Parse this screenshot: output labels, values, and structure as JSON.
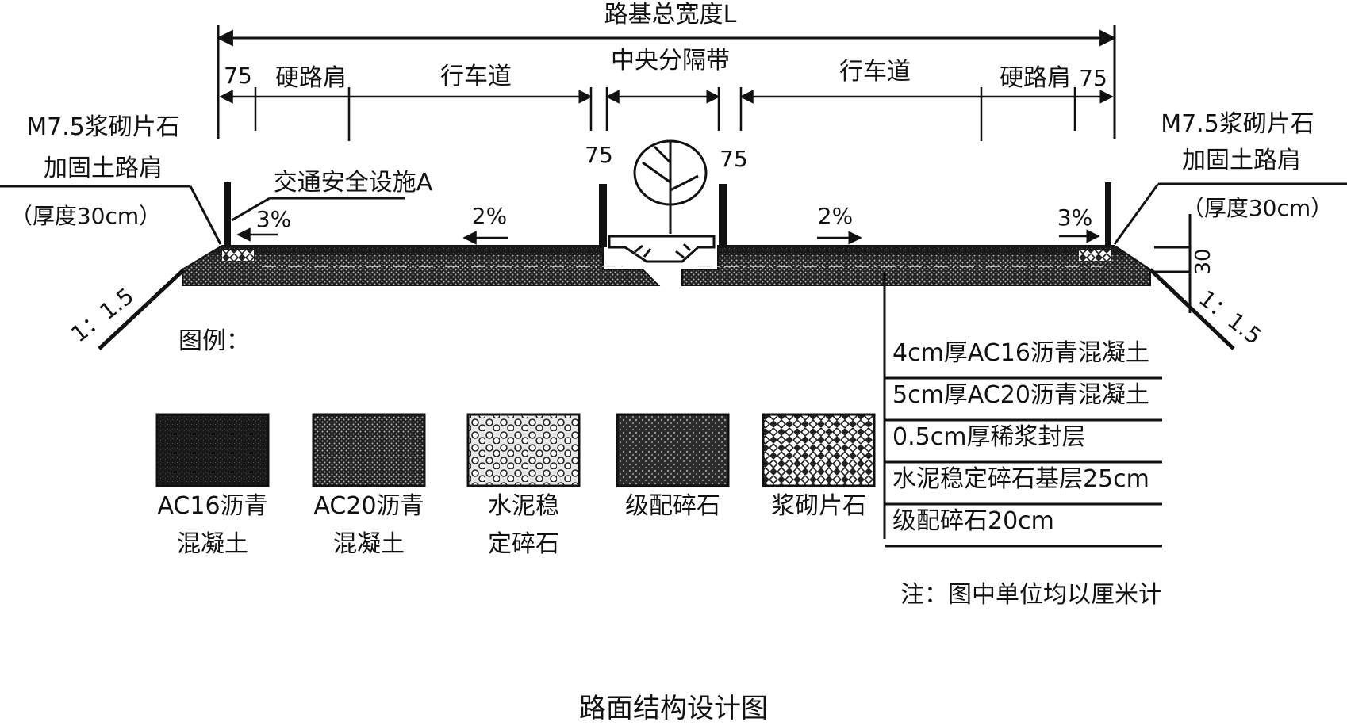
{
  "diagram": {
    "total_width_label": "路基总宽度L",
    "segments": {
      "left_edge": "75",
      "left_shoulder": "硬路肩",
      "left_lane": "行车道",
      "median": "中央分隔带",
      "right_lane": "行车道",
      "right_shoulder": "硬路肩",
      "right_edge": "75",
      "median_left_gap": "75",
      "median_right_gap": "75"
    },
    "left_callout": {
      "line1": "M7.5浆砌片石",
      "line2": "加固土路肩",
      "line3": "（厚度30cm）"
    },
    "right_callout": {
      "line1": "M7.5浆砌片石",
      "line2": "加固土路肩",
      "line3": "（厚度30cm）"
    },
    "facility_label": "交通安全设施A",
    "slopes": {
      "left_shoulder": "3%",
      "left_lane": "2%",
      "right_lane": "2%",
      "right_shoulder": "3%"
    },
    "side_slope_left": "1：1.5",
    "side_slope_right": "1：1.5",
    "thickness_right": "30",
    "layers": [
      "4cm厚AC16沥青混凝土",
      "5cm厚AC20沥青混凝土",
      "0.5cm厚稀浆封层",
      "水泥稳定碎石基层25cm",
      "级配碎石20cm"
    ],
    "legend_title": "图例：",
    "legend": [
      {
        "line1": "AC16沥青",
        "line2": "混凝土",
        "pattern": "ac16"
      },
      {
        "line1": "AC20沥青",
        "line2": "混凝土",
        "pattern": "ac20"
      },
      {
        "line1": "水泥稳",
        "line2": "定碎石",
        "pattern": "cement"
      },
      {
        "line1": "级配碎石",
        "line2": "",
        "pattern": "gravel"
      },
      {
        "line1": "浆砌片石",
        "line2": "",
        "pattern": "masonry"
      }
    ],
    "note": "注：图中单位均以厘米计",
    "caption": "路面结构设计图"
  }
}
